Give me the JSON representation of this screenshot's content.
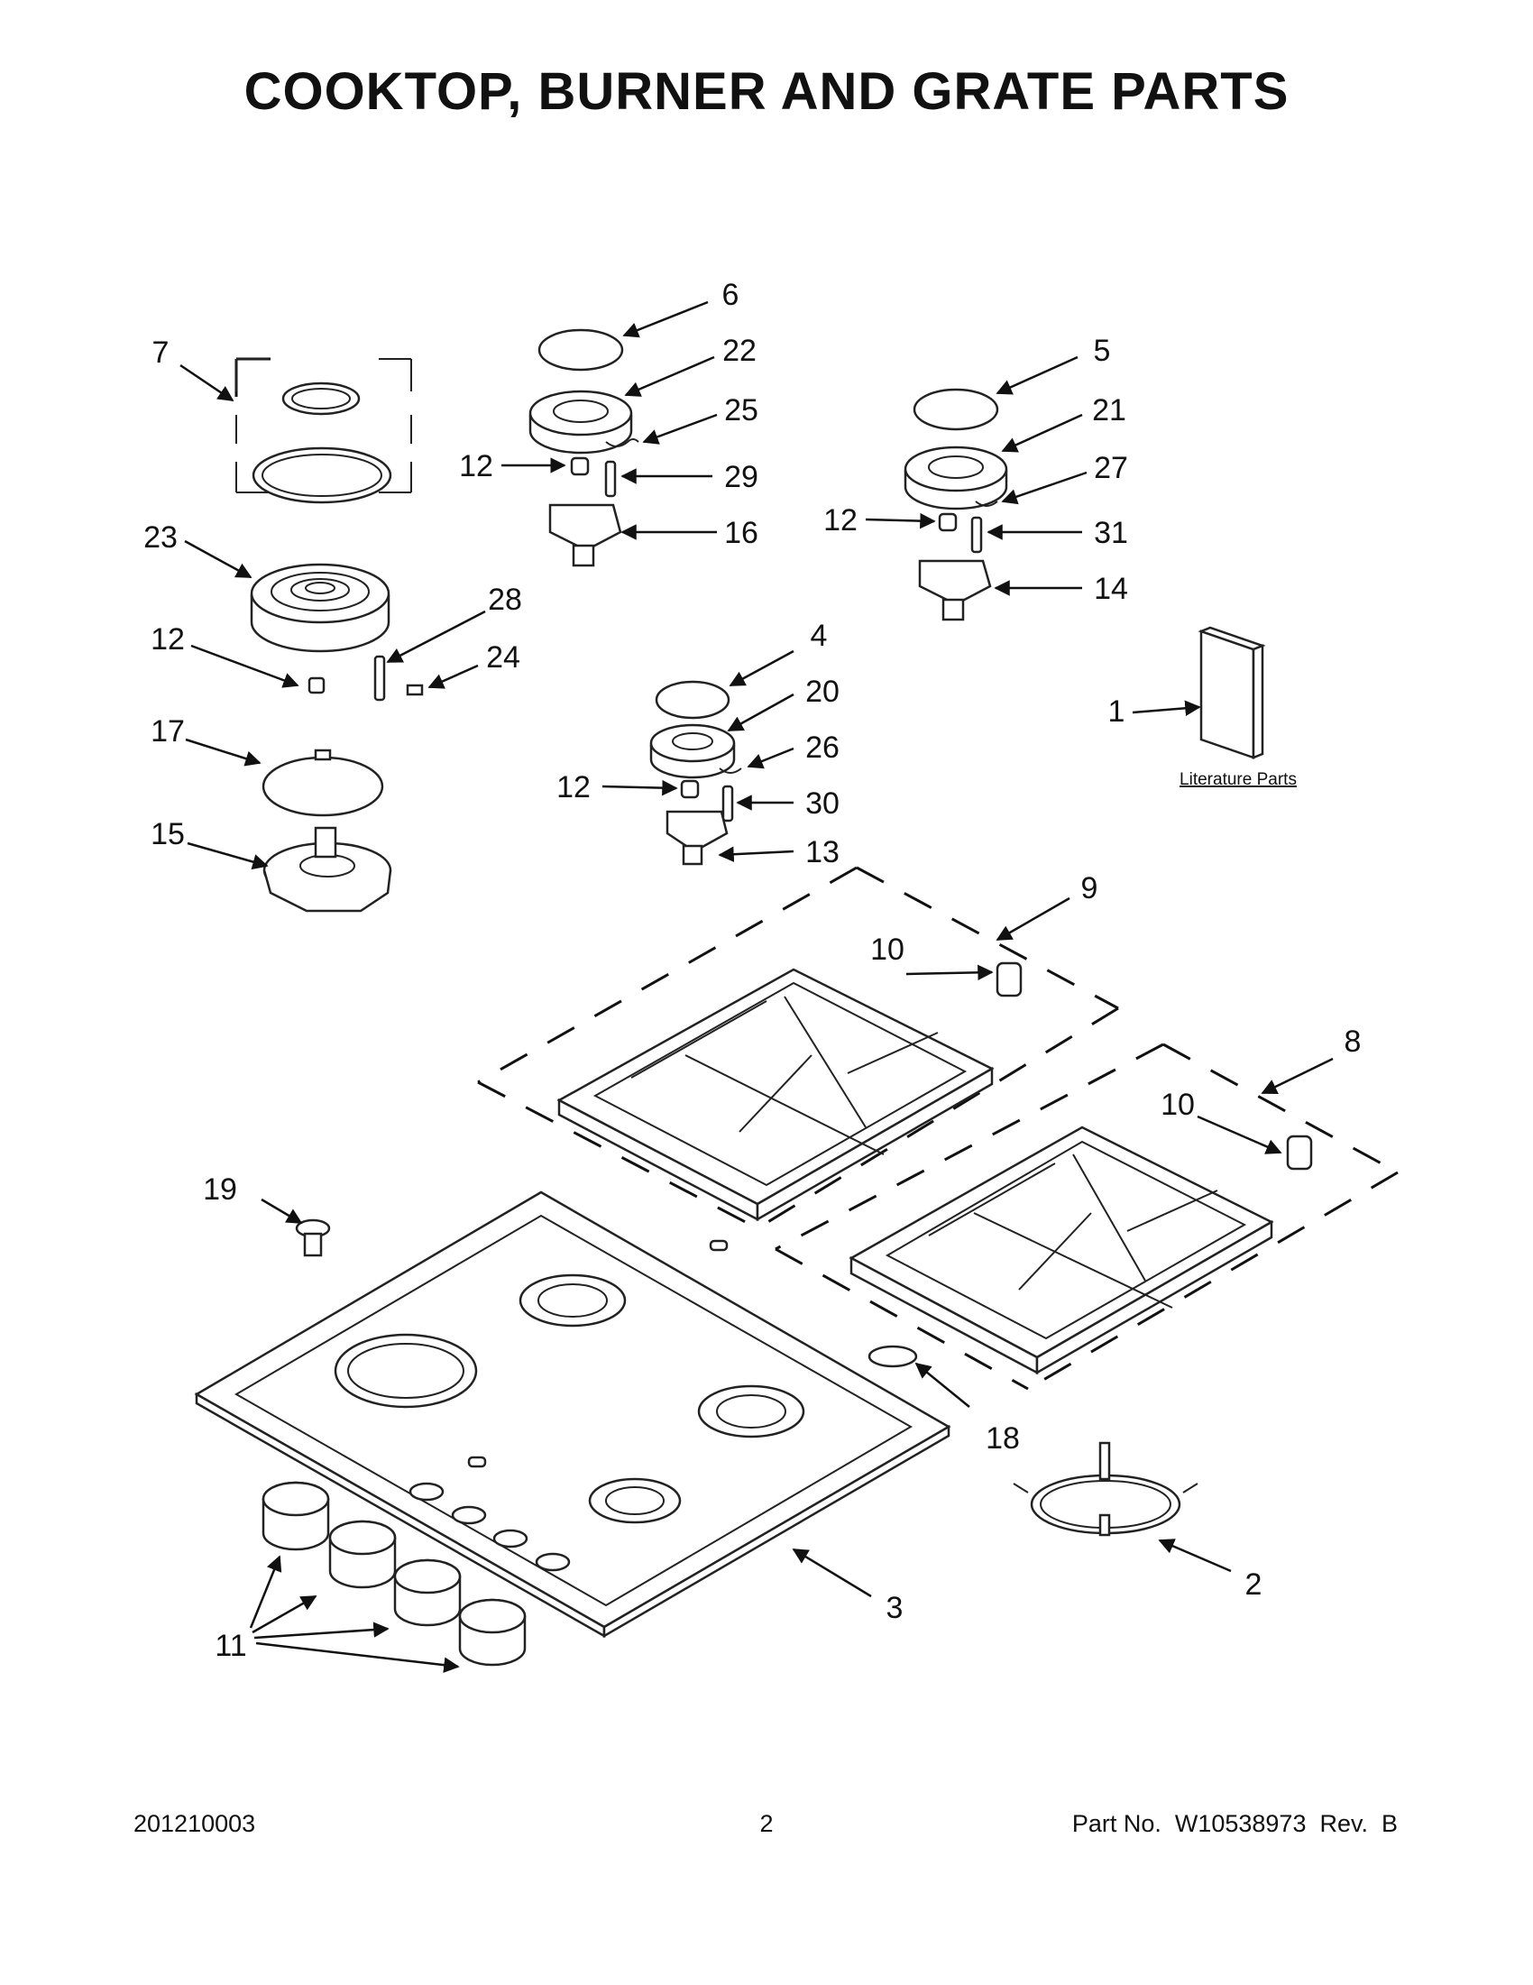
{
  "page": {
    "title": "COOKTOP, BURNER AND GRATE PARTS",
    "footer_left": "201210003",
    "footer_center": "2",
    "footer_right": "Part No.  W10538973  Rev.  B"
  },
  "callouts": {
    "c1": "1",
    "c2": "2",
    "c3": "3",
    "c4": "4",
    "c5": "5",
    "c6": "6",
    "c7": "7",
    "c8": "8",
    "c9": "9",
    "c10a": "10",
    "c10b": "10",
    "c11": "11",
    "c12a": "12",
    "c12b": "12",
    "c12c": "12",
    "c12d": "12",
    "c13": "13",
    "c14": "14",
    "c15": "15",
    "c16": "16",
    "c17": "17",
    "c18": "18",
    "c19": "19",
    "c20": "20",
    "c21": "21",
    "c22": "22",
    "c23": "23",
    "c24": "24",
    "c25": "25",
    "c26": "26",
    "c27": "27",
    "c28": "28",
    "c29": "29",
    "c30": "30",
    "c31": "31"
  },
  "literature_label": "Literature Parts"
}
